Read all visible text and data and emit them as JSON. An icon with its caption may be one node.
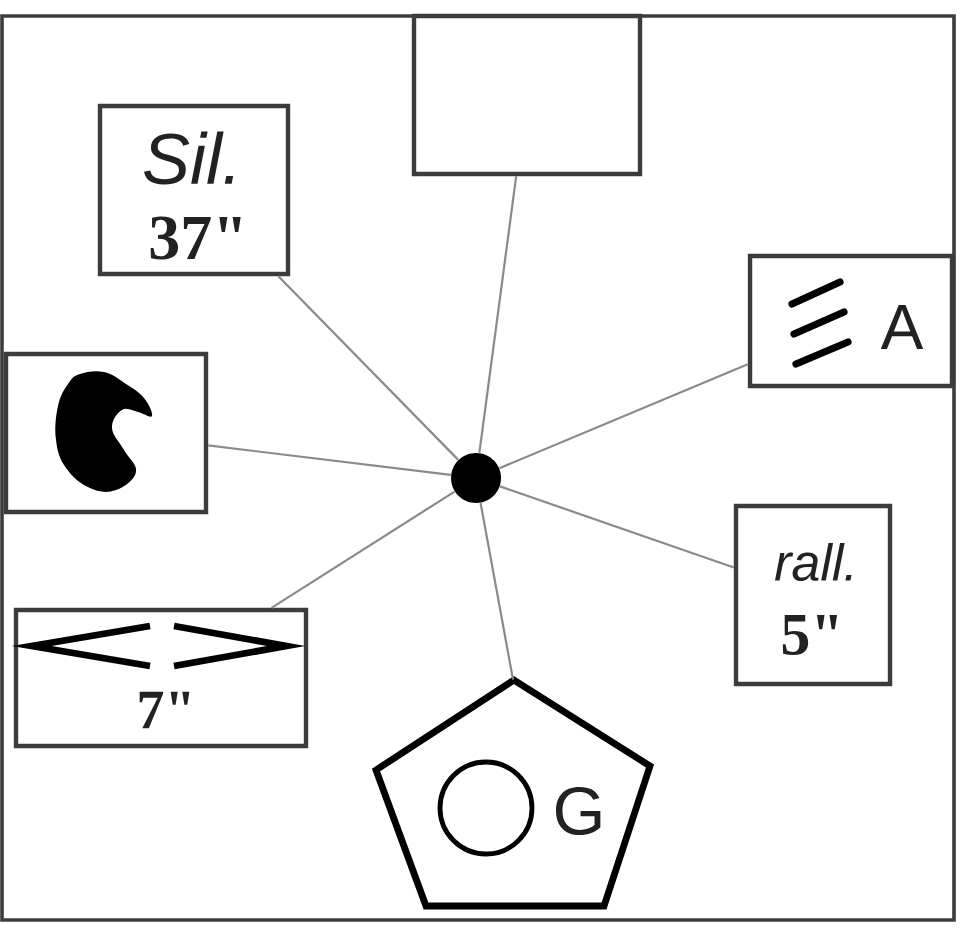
{
  "diagram": {
    "nodes": [
      {
        "text": [],
        "shape": "box"
      },
      {
        "text": [
          "Sil.",
          "37\""
        ]
      },
      {
        "text": [
          "A"
        ]
      },
      {
        "text": [],
        "shape": "picture"
      },
      {
        "text": [],
        "shape": "circle"
      },
      {
        "text": [
          "rall.",
          "5\""
        ]
      },
      {
        "text": [
          "7\""
        ]
      },
      {
        "text": [
          "G"
        ]
      }
    ],
    "edges": [
      {
        "from": 4,
        "to": 0,
        "arrow": "none"
      },
      {
        "from": 4,
        "to": 1,
        "arrow": "none"
      },
      {
        "from": 4,
        "to": 2,
        "arrow": "none"
      },
      {
        "from": 4,
        "to": 3,
        "arrow": "none"
      },
      {
        "from": 4,
        "to": 5,
        "arrow": "none"
      },
      {
        "from": 4,
        "to": 6,
        "arrow": "none"
      },
      {
        "from": 4,
        "to": 7,
        "arrow": "none"
      }
    ]
  }
}
